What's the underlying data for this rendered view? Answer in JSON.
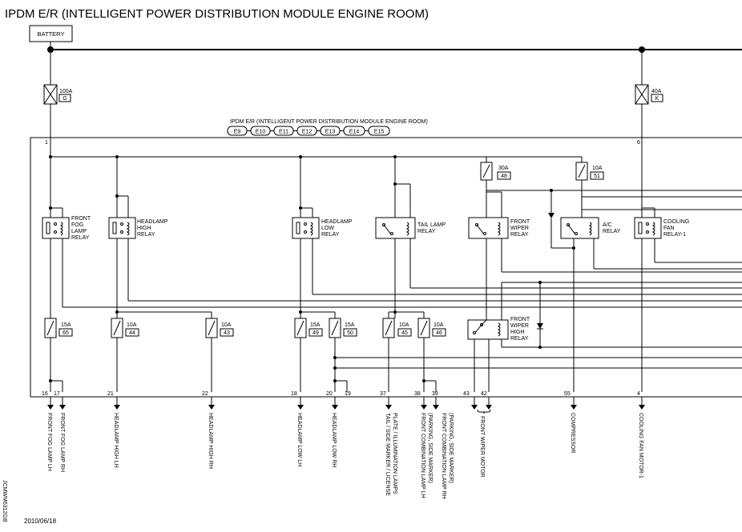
{
  "title": "IPDM E/R (INTELLIGENT POWER DISTRIBUTION MODULE ENGINE ROOM)",
  "battery_label": "BATTERY",
  "module_label": "IPDM E/R (INTELLIGENT POWER DISTRIBUTION MODULE ENGINE ROOM)",
  "connectors": [
    "E9",
    "E10",
    "E11",
    "E12",
    "E13",
    "E14",
    "E15"
  ],
  "main_fuses": [
    {
      "amp": "100A",
      "code": "G",
      "pin": "1"
    },
    {
      "amp": "40A",
      "code": "K",
      "pin": "6"
    }
  ],
  "upper_fuses": [
    {
      "amp": "30A",
      "num": "48"
    },
    {
      "amp": "10A",
      "num": "51"
    }
  ],
  "relays": [
    {
      "lines": [
        "FRONT",
        "FOG",
        "LAMP",
        "RELAY"
      ]
    },
    {
      "lines": [
        "HEADLAMP",
        "HIGH",
        "RELAY"
      ]
    },
    {
      "lines": [
        "HEADLAMP",
        "LOW",
        "RELAY"
      ]
    },
    {
      "lines": [
        "TAIL LAMP",
        "RELAY"
      ]
    },
    {
      "lines": [
        "FRONT",
        "WIPER",
        "RELAY"
      ]
    },
    {
      "lines": [
        "A/C",
        "RELAY"
      ]
    },
    {
      "lines": [
        "COOLING",
        "FAN",
        "RELAY-1"
      ]
    },
    {
      "lines": [
        "FRONT",
        "WIPER",
        "HIGH",
        "RELAY"
      ]
    }
  ],
  "lower_fuses": [
    {
      "amp": "15A",
      "num": "65"
    },
    {
      "amp": "10A",
      "num": "44"
    },
    {
      "amp": "10A",
      "num": "43"
    },
    {
      "amp": "15A",
      "num": "49"
    },
    {
      "amp": "15A",
      "num": "50"
    },
    {
      "amp": "10A",
      "num": "45"
    },
    {
      "amp": "10A",
      "num": "46"
    }
  ],
  "pins": [
    "16",
    "17",
    "21",
    "22",
    "18",
    "20",
    "19",
    "37",
    "38",
    "39",
    "43",
    "42",
    "55",
    "4"
  ],
  "outputs": [
    {
      "lines": [
        "FRONT FOG LAMP LH"
      ]
    },
    {
      "lines": [
        "FRONT FOG LAMP RH"
      ]
    },
    {
      "lines": [
        "HEADLAMP HIGH LH"
      ]
    },
    {
      "lines": [
        "HEADLAMP HIGH RH"
      ]
    },
    {
      "lines": [
        "HEADLAMP LOW LH"
      ]
    },
    {
      "lines": [
        "HEADLAMP LOW RH"
      ]
    },
    {
      "lines": [
        "TAIL / SIDE MARKER / LICENSE",
        "PLATE / ILLUMINATION LAMPS"
      ]
    },
    {
      "lines": [
        "FRONT COMBINATION LAMP LH",
        "(PARKING, SIDE MARKER)"
      ]
    },
    {
      "lines": [
        "FRONT COMBINATION LAMP RH",
        "(PARKING, SIDE MARKER)"
      ]
    },
    {
      "lines": [
        "FRONT WIPER MOTOR"
      ]
    },
    {
      "lines": [
        "COMPRESSOR"
      ]
    },
    {
      "lines": [
        "COOLING FAN MOTOR-1"
      ]
    }
  ],
  "date": "2010/06/18",
  "figure_id": "JCMWM6312GB"
}
